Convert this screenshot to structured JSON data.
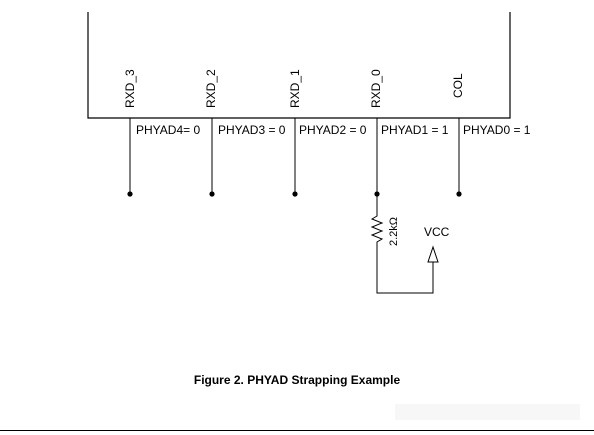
{
  "figure": {
    "caption": "Figure 2. PHYAD Strapping Example"
  },
  "pins": [
    {
      "name": "RXD_3",
      "strap": "PHYAD4= 0"
    },
    {
      "name": "RXD_2",
      "strap": "PHYAD3 = 0"
    },
    {
      "name": "RXD_1",
      "strap": "PHYAD2 = 0"
    },
    {
      "name": "RXD_0",
      "strap": "PHYAD1 = 1"
    },
    {
      "name": "COL",
      "strap": "PHYAD0 = 1"
    }
  ],
  "resistor": {
    "value": "2.2kΩ"
  },
  "supply": {
    "label": "VCC"
  }
}
